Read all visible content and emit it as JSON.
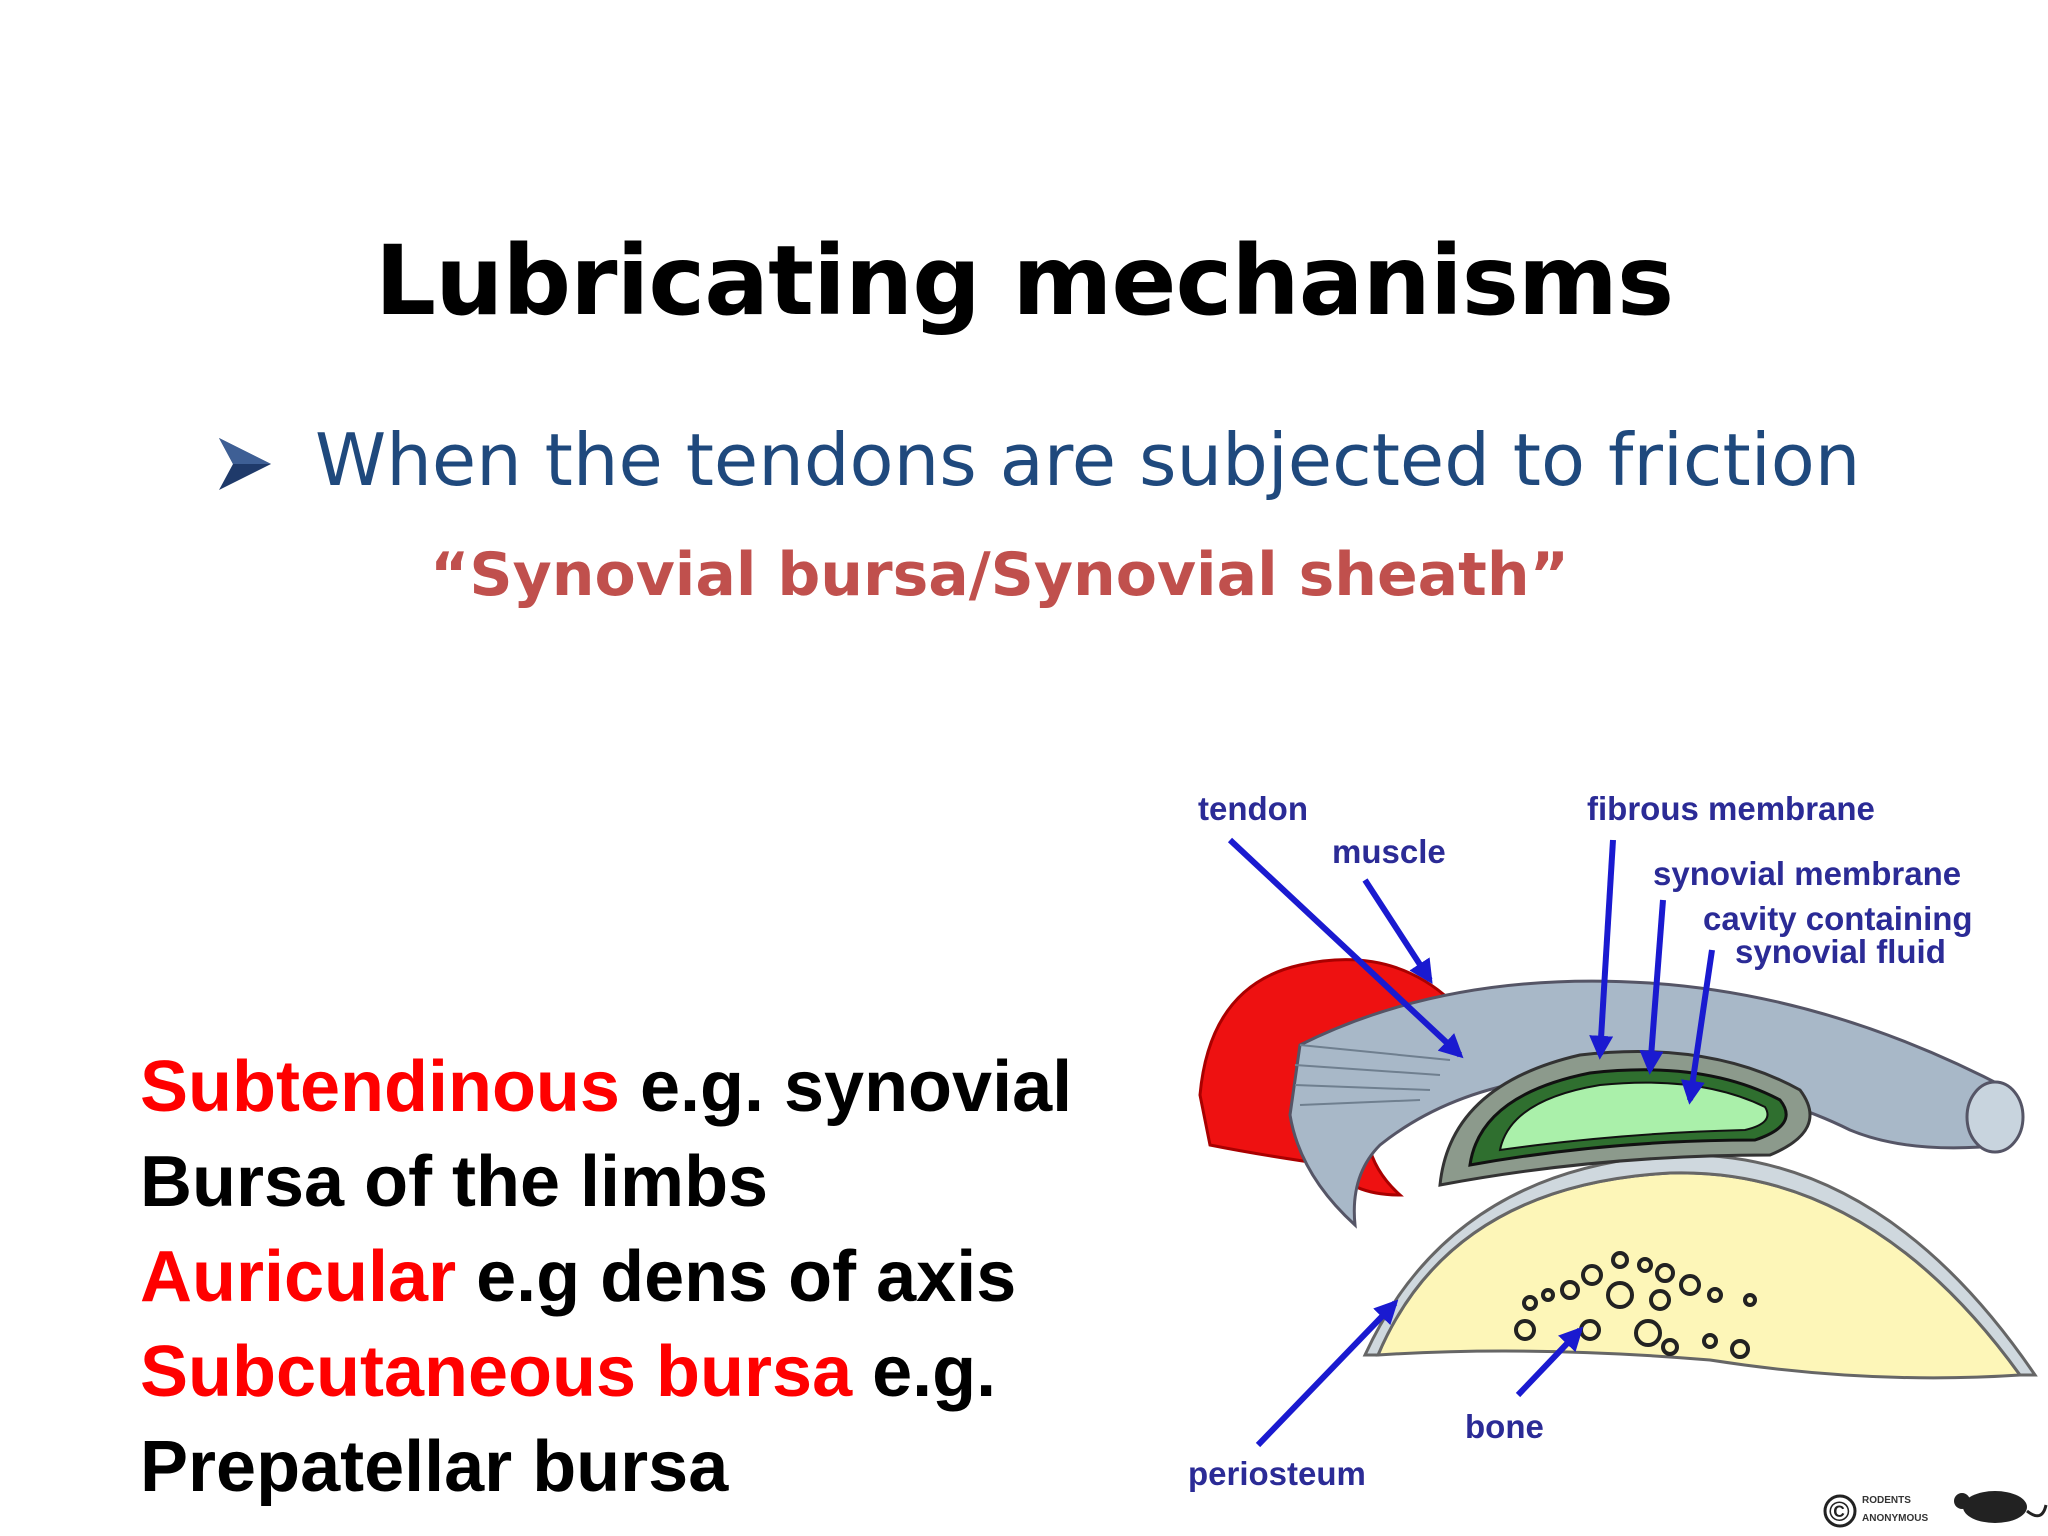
{
  "slide": {
    "title": "Lubricating mechanisms",
    "bullet_icon": "arrowhead-bullet-icon",
    "bullet_text": "When the tendons are subjected to friction",
    "subtitle": "“Synovial bursa/Synovial sheath”",
    "types": [
      {
        "red": "Subtendinous",
        "black": " e.g. synovial"
      },
      {
        "red": "",
        "black": "Bursa of the limbs"
      },
      {
        "red": "Auricular",
        "black": "  e.g dens of axis"
      },
      {
        "red": "Subcutaneous bursa",
        "black": " e.g."
      },
      {
        "red": "",
        "black": "Prepatellar bursa"
      }
    ],
    "colors": {
      "title": "#000000",
      "bullet": "#1f497d",
      "subtitle": "#c0504d",
      "highlight": "#ff0000"
    }
  },
  "diagram": {
    "labels": {
      "tendon": "tendon",
      "muscle": "muscle",
      "fibrous_membrane": "fibrous membrane",
      "synovial_membrane": "synovial membrane",
      "cavity_line1": "cavity containing",
      "cavity_line2": "synovial fluid",
      "bone": "bone",
      "periosteum": "periosteum"
    },
    "copyright_symbol": "©",
    "credit_line1": "RODENTS",
    "credit_line2": "ANONYMOUS",
    "credit_icon": "rodent-logo-icon",
    "colors": {
      "arrows": "#1a1ad0",
      "muscle": "#ee1111",
      "tendon": "#a8b8c8",
      "synovial_fluid": "#aaf0aa",
      "bone": "#fdf6b8"
    }
  }
}
